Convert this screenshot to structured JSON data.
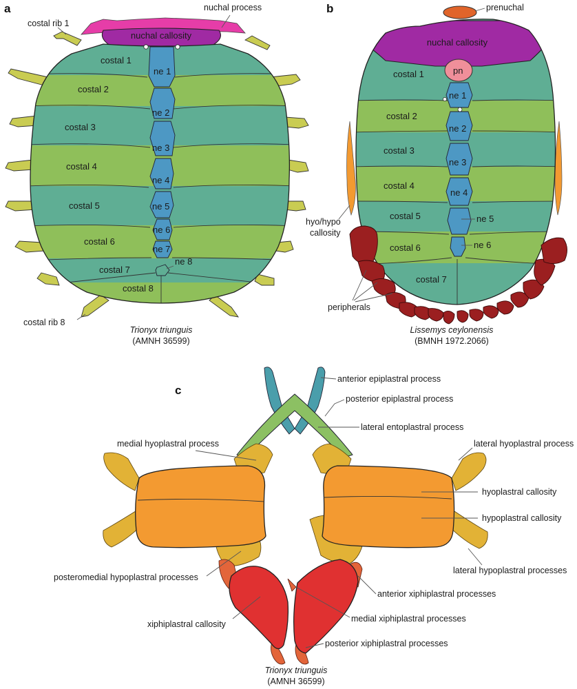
{
  "colors": {
    "costal_teal": "#5fae94",
    "costal_green": "#8fbf5a",
    "neural_blue": "#4d98c4",
    "nuchal_purple": "#a02aa3",
    "nuchal_process_pink": "#e63da8",
    "rib_yellow": "#c9cc52",
    "prenuchal_orange": "#e0642a",
    "pn_pink": "#f08f9a",
    "peripheral_red": "#9b1f20",
    "hyo_orange": "#f39a31",
    "hypo_process_gold": "#e2b236",
    "epiplastron_teal": "#4a9eab",
    "entoplastron_green": "#8cc063",
    "xiphi_red": "#e03131",
    "xiphi_process_orange": "#e3653a"
  },
  "panel_a": {
    "letter": "a",
    "species": "Trionyx triunguis",
    "specimen": "(AMNH 36599)",
    "labels": {
      "costal_rib_1": "costal rib 1",
      "costal_rib_8": "costal rib 8",
      "nuchal_process": "nuchal process",
      "nuchal_callosity": "nuchal callosity"
    },
    "costals": [
      "costal 1",
      "costal 2",
      "costal 3",
      "costal 4",
      "costal 5",
      "costal 6",
      "costal 7",
      "costal 8"
    ],
    "neurals": [
      "ne 1",
      "ne 2",
      "ne 3",
      "ne 4",
      "ne 5",
      "ne 6",
      "ne 7",
      "ne 8"
    ]
  },
  "panel_b": {
    "letter": "b",
    "species": "Lissemys ceylonensis",
    "specimen": "(BMNH 1972.2066)",
    "labels": {
      "prenuchal": "prenuchal",
      "nuchal_callosity": "nuchal callosity",
      "pn": "pn",
      "hyo_hypo_line1": "hyo/hypo",
      "hyo_hypo_line2": "callosity",
      "peripherals": "peripherals"
    },
    "costals": [
      "costal 1",
      "costal 2",
      "costal 3",
      "costal 4",
      "costal 5",
      "costal 6",
      "costal 7"
    ],
    "neurals": [
      "ne 1",
      "ne 2",
      "ne 3",
      "ne 4",
      "ne 5",
      "ne 6"
    ]
  },
  "panel_c": {
    "letter": "c",
    "species": "Trionyx triunguis",
    "specimen": "(AMNH 36599)",
    "labels": {
      "anterior_epiplastral_process": "anterior epiplastral process",
      "posterior_epiplastral_process": "posterior epiplastral process",
      "lateral_entoplastral_process": "lateral entoplastral process",
      "medial_hyoplastral_process": "medial hyoplastral process",
      "lateral_hyoplastral_process": "lateral hyoplastral process",
      "hyoplastral_callosity": "hyoplastral callosity",
      "hypoplastral_callosity": "hypoplastral callosity",
      "lateral_hypoplastral_processes": "lateral hypoplastral processes",
      "posteromedial_hypoplastral_processes": "posteromedial hypoplastral processes",
      "anterior_xiphiplastral_processes": "anterior xiphiplastral processes",
      "medial_xiphiplastral_processes": "medial xiphiplastral processes",
      "xiphiplastral_callosity": "xiphiplastral callosity",
      "posterior_xiphiplastral_processes": "posterior xiphiplastral processes"
    }
  }
}
